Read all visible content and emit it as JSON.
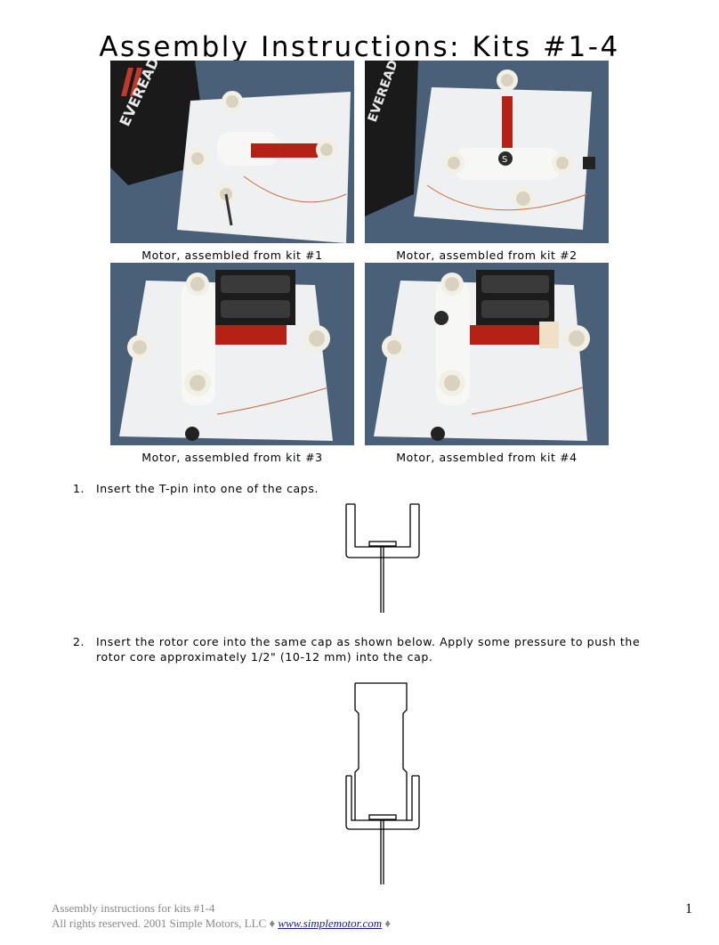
{
  "title": "Assembly Instructions: Kits #1-4",
  "photos": [
    {
      "caption": "Motor, assembled from kit #1",
      "icon": "motor-photo"
    },
    {
      "caption": "Motor, assembled from kit #2",
      "icon": "motor-photo"
    },
    {
      "caption": "Motor, assembled from kit #3",
      "icon": "motor-photo"
    },
    {
      "caption": "Motor, assembled from kit #4",
      "icon": "motor-photo"
    }
  ],
  "steps": [
    {
      "number": "1.",
      "text": "Insert the T-pin into one of the caps."
    },
    {
      "number": "2.",
      "text": "Insert the rotor core into the same cap as shown below. Apply some pressure to push the rotor core approximately 1/2\" (10-12 mm) into the cap."
    }
  ],
  "footer": {
    "line1": "Assembly instructions for kits #1-4",
    "line2_prefix": "All rights reserved. 2001 Simple Motors, LLC ♦ ",
    "link": "www.simplemotor.com",
    "line2_suffix": " ♦"
  },
  "page_number": "1",
  "colors": {
    "photo_bg": "#41576f",
    "board": "#f2f3f4",
    "coil": "#c02010",
    "link": "#1a1aa0"
  }
}
